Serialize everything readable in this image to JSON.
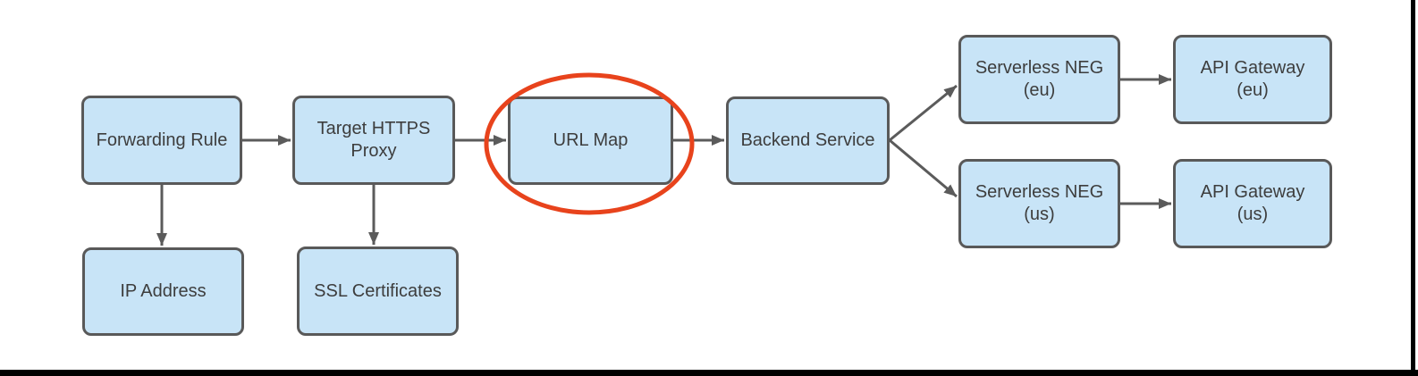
{
  "diagram": {
    "type": "flowchart",
    "nodes": {
      "forwarding_rule": {
        "label": "Forwarding Rule"
      },
      "target_https_proxy": {
        "label": "Target HTTPS\nProxy"
      },
      "url_map": {
        "label": "URL Map",
        "highlighted": true
      },
      "backend_service": {
        "label": "Backend Service"
      },
      "serverless_neg_eu": {
        "label": "Serverless NEG\n(eu)"
      },
      "api_gateway_eu": {
        "label": "API Gateway\n(eu)"
      },
      "serverless_neg_us": {
        "label": "Serverless NEG\n(us)"
      },
      "api_gateway_us": {
        "label": "API Gateway\n(us)"
      },
      "ip_address": {
        "label": "IP Address"
      },
      "ssl_certificates": {
        "label": "SSL Certificates"
      }
    },
    "connections": [
      {
        "from": "forwarding_rule",
        "to": "target_https_proxy"
      },
      {
        "from": "target_https_proxy",
        "to": "url_map"
      },
      {
        "from": "url_map",
        "to": "backend_service"
      },
      {
        "from": "backend_service",
        "to": "serverless_neg_eu"
      },
      {
        "from": "backend_service",
        "to": "serverless_neg_us"
      },
      {
        "from": "serverless_neg_eu",
        "to": "api_gateway_eu"
      },
      {
        "from": "serverless_neg_us",
        "to": "api_gateway_us"
      },
      {
        "from": "forwarding_rule",
        "to": "ip_address"
      },
      {
        "from": "target_https_proxy",
        "to": "ssl_certificates"
      }
    ],
    "annotation": {
      "shape": "ellipse",
      "around": "url_map",
      "color": "#E8431C"
    },
    "colors": {
      "node_fill": "#C8E4F7",
      "node_border": "#595959",
      "arrow": "#5B5B5B",
      "highlight": "#E8431C",
      "text": "#3D3D3D",
      "background": "#FFFFFF",
      "frame": "#000000"
    }
  }
}
